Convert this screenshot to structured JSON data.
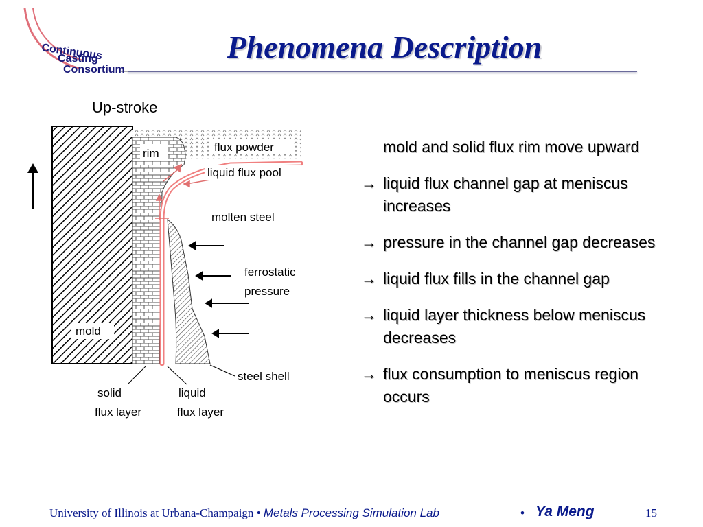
{
  "logo": {
    "line1": "Continuous",
    "line2": "Casting",
    "line3": "Consortium"
  },
  "title": "Phenomena Description",
  "diagram": {
    "heading": "Up-stroke",
    "labels": {
      "rim": "rim",
      "flux_powder": "flux powder",
      "liquid_flux_pool": "liquid flux pool",
      "molten_steel": "molten steel",
      "ferrostatic_1": "ferrostatic",
      "ferrostatic_2": "pressure",
      "mold": "mold",
      "steel_shell": "steel shell",
      "solid_1": "solid",
      "solid_2": "flux layer",
      "liquid_1": "liquid",
      "liquid_2": "flux layer"
    }
  },
  "bullets": [
    {
      "prefix": "",
      "text": "mold and solid flux rim move upward"
    },
    {
      "prefix": "→",
      "text": "liquid flux channel gap at meniscus increases"
    },
    {
      "prefix": "→",
      "text": "pressure in the channel gap decreases"
    },
    {
      "prefix": "→",
      "text": "liquid flux fills in the channel gap"
    },
    {
      "prefix": "→",
      "text": "liquid layer thickness below meniscus decreases"
    },
    {
      "prefix": "→",
      "text": "flux consumption to meniscus region occurs"
    }
  ],
  "footer": {
    "university": "University of Illinois at Urbana-Champaign",
    "sep1": " • ",
    "lab": "Metals Processing Simulation Lab",
    "sep2": "•",
    "author": "Ya Meng",
    "page": "15"
  },
  "colors": {
    "title": "#0a1a8c",
    "liquid_flux": "#f08080",
    "logo_ring": "#e0707a"
  }
}
